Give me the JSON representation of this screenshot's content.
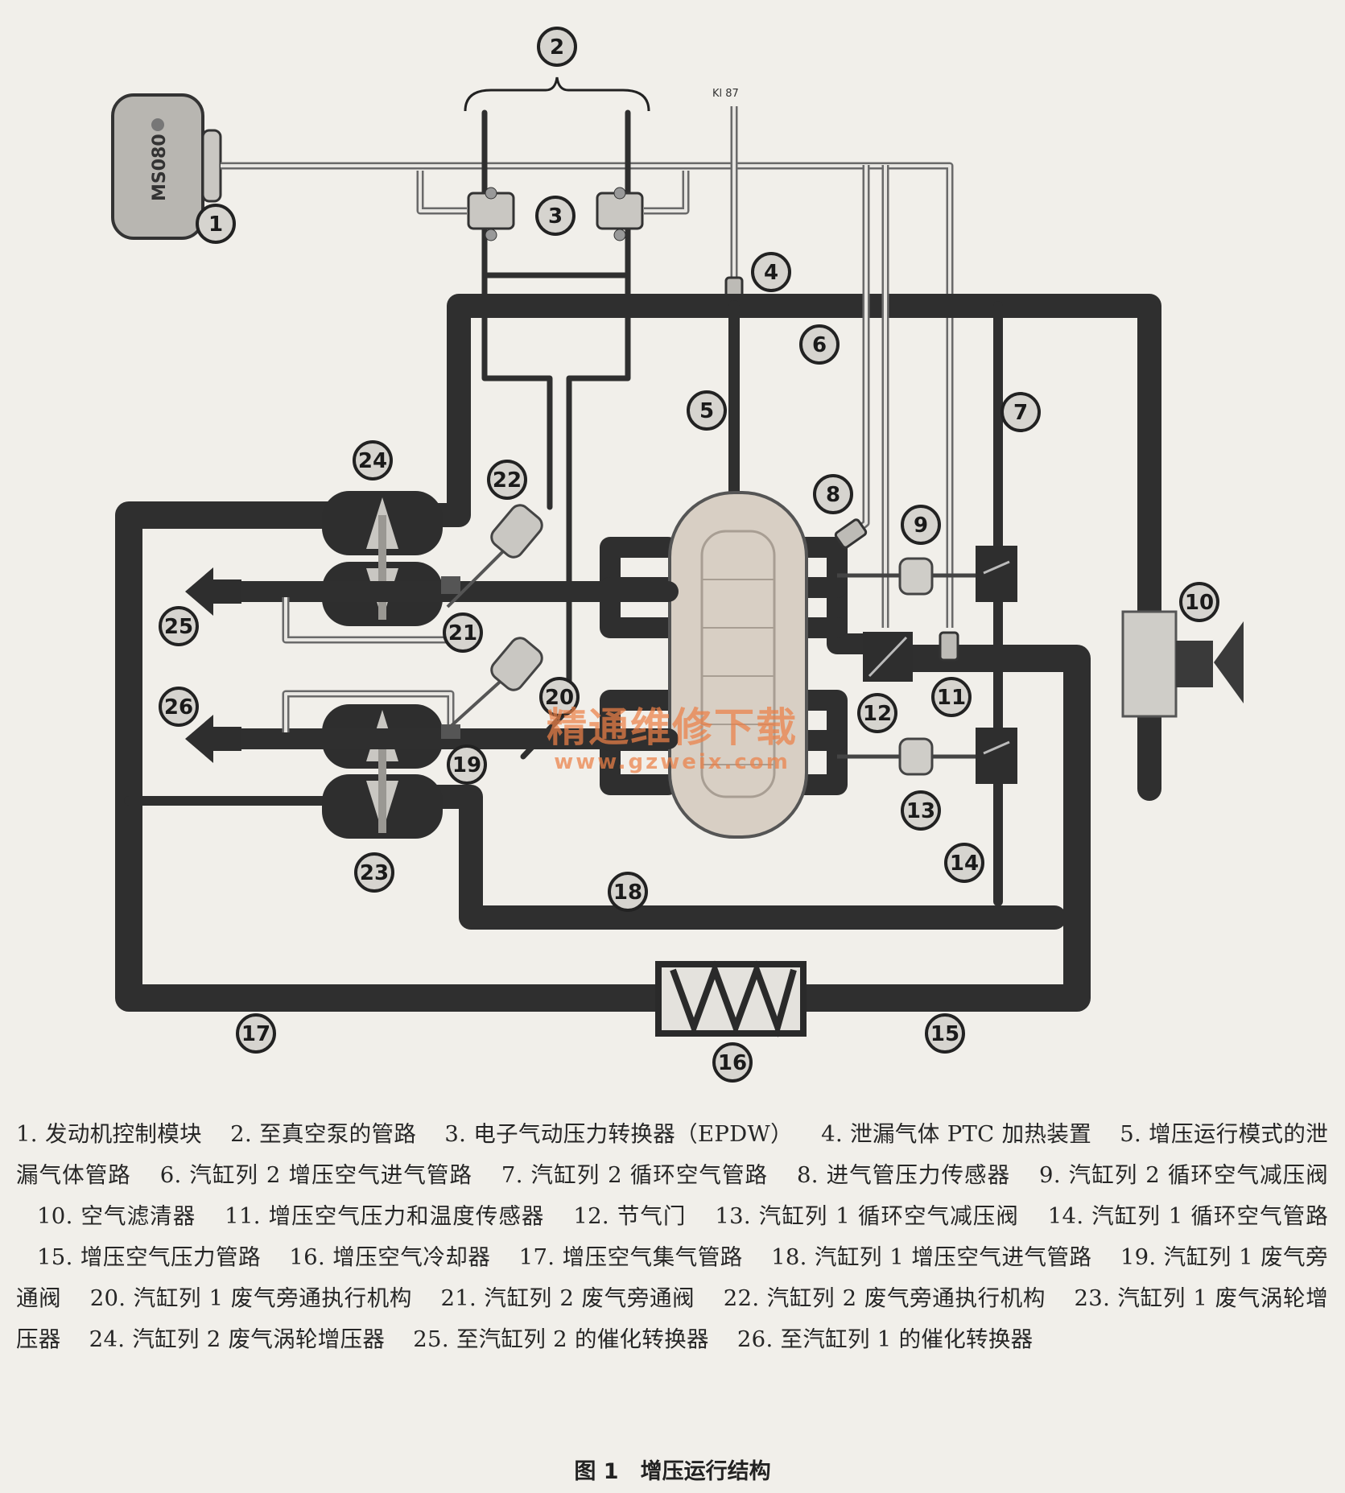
{
  "diagram": {
    "ecu_label": "MS080",
    "terminal_label": "Kl 87",
    "callouts": [
      {
        "n": "1"
      },
      {
        "n": "2"
      },
      {
        "n": "3"
      },
      {
        "n": "4"
      },
      {
        "n": "5"
      },
      {
        "n": "6"
      },
      {
        "n": "7"
      },
      {
        "n": "8"
      },
      {
        "n": "9"
      },
      {
        "n": "10"
      },
      {
        "n": "11"
      },
      {
        "n": "12"
      },
      {
        "n": "13"
      },
      {
        "n": "14"
      },
      {
        "n": "15"
      },
      {
        "n": "16"
      },
      {
        "n": "17"
      },
      {
        "n": "18"
      },
      {
        "n": "19"
      },
      {
        "n": "20"
      },
      {
        "n": "21"
      },
      {
        "n": "22"
      },
      {
        "n": "23"
      },
      {
        "n": "24"
      },
      {
        "n": "25"
      },
      {
        "n": "26"
      }
    ]
  },
  "watermark": {
    "text": "精通维修下载",
    "url": "www.gzweix.com"
  },
  "legend": [
    "1. 发动机控制模块",
    "2. 至真空泵的管路",
    "3. 电子气动压力转换器（EPDW）",
    "4. 泄漏气体 PTC 加热装置",
    "5. 增压运行模式的泄漏气体管路",
    "6. 汽缸列 2 增压空气进气管路",
    "7. 汽缸列 2 循环空气管路",
    "8. 进气管压力传感器",
    "9. 汽缸列 2 循环空气减压阀",
    "10. 空气滤清器",
    "11. 增压空气压力和温度传感器",
    "12. 节气门",
    "13. 汽缸列 1 循环空气减压阀",
    "14. 汽缸列 1 循环空气管路",
    "15. 增压空气压力管路",
    "16. 增压空气冷却器",
    "17. 增压空气集气管路",
    "18. 汽缸列 1 增压空气进气管路",
    "19. 汽缸列 1 废气旁通阀",
    "20. 汽缸列 1 废气旁通执行机构",
    "21. 汽缸列 2 废气旁通阀",
    "22. 汽缸列 2 废气旁通执行机构",
    "23. 汽缸列 1 废气涡轮增压器",
    "24. 汽缸列 2 废气涡轮增压器",
    "25. 至汽缸列 2 的催化转换器",
    "26. 至汽缸列 1 的催化转换器"
  ],
  "figure_caption": "图 1　增压运行结构"
}
